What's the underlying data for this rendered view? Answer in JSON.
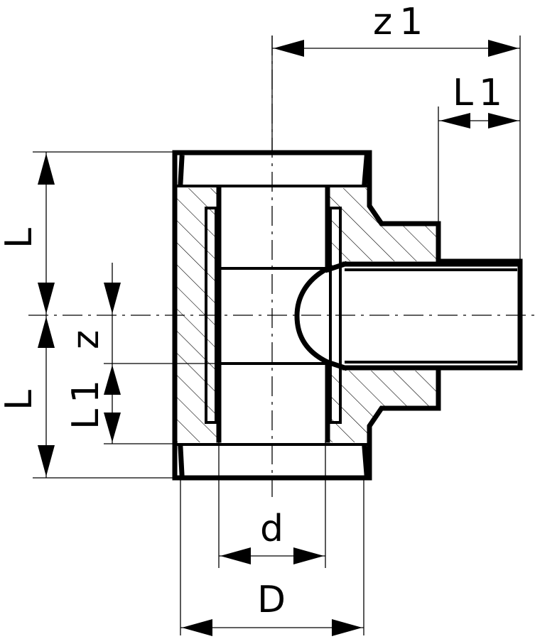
{
  "labels": {
    "z1": "z1",
    "L1_top": "L1",
    "L_upper": "L",
    "L_lower": "L",
    "z": "z",
    "L1_left": "L1",
    "d": "d",
    "D": "D"
  }
}
